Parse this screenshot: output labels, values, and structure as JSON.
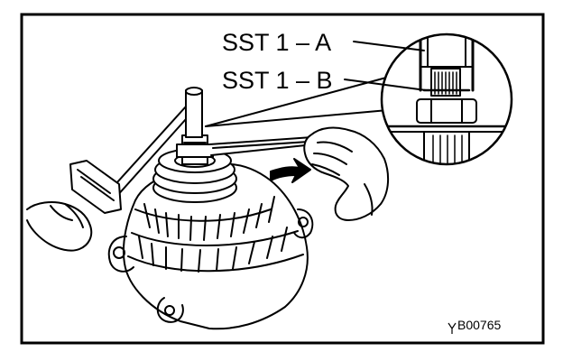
{
  "labels": {
    "sst_a": "SST 1 – A",
    "sst_b": "SST 1 – B",
    "figure_code": "B00765"
  },
  "colors": {
    "ink": "#000000",
    "paper": "#ffffff"
  }
}
